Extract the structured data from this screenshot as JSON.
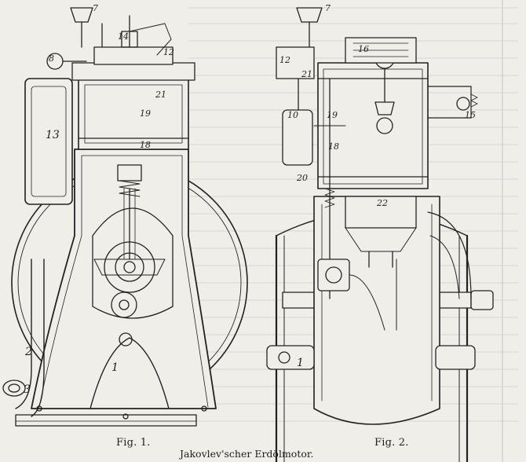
{
  "figures": {
    "fig1_label": "Fig. 1.",
    "fig2_label": "Fig. 2."
  },
  "caption": "Jakovlev'scher Erdölmotor.",
  "part_numbers_fig1": [
    "7",
    "14",
    "8",
    "21",
    "12",
    "19",
    "13",
    "18",
    "2",
    "1",
    "3"
  ],
  "part_numbers_fig2": [
    "7",
    "16",
    "12",
    "21",
    "10",
    "19",
    "15",
    "18",
    "20",
    "22",
    "1"
  ]
}
